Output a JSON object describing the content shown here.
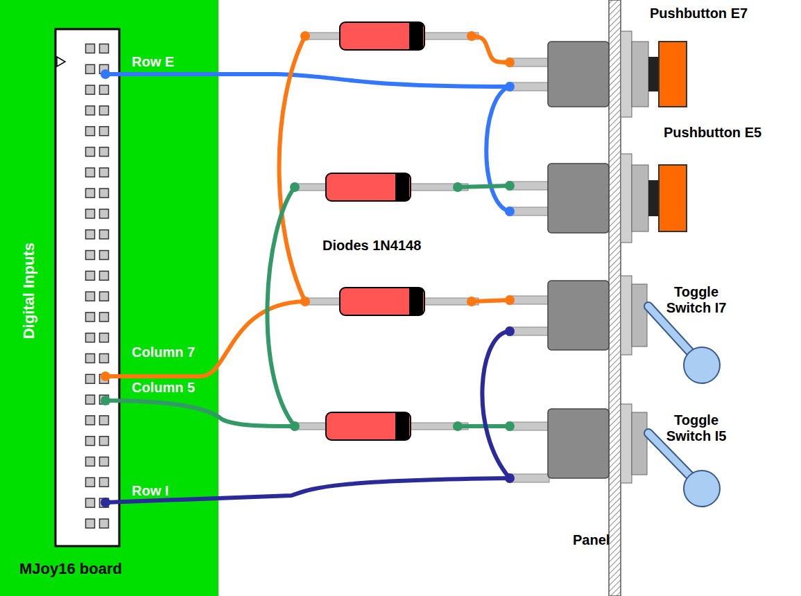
{
  "diagram": {
    "nodes": [
      {
        "text": [
          "Digital Inputs",
          "MJoy16 board"
        ]
      }
    ],
    "labels": [
      "Row E",
      "Column 7",
      "Column 5",
      "Row I",
      "Diodes 1N4148",
      "Pushbutton E7",
      "Pushbutton E5",
      "Toggle Switch I7",
      "Toggle Switch I5",
      "Panel"
    ]
  }
}
